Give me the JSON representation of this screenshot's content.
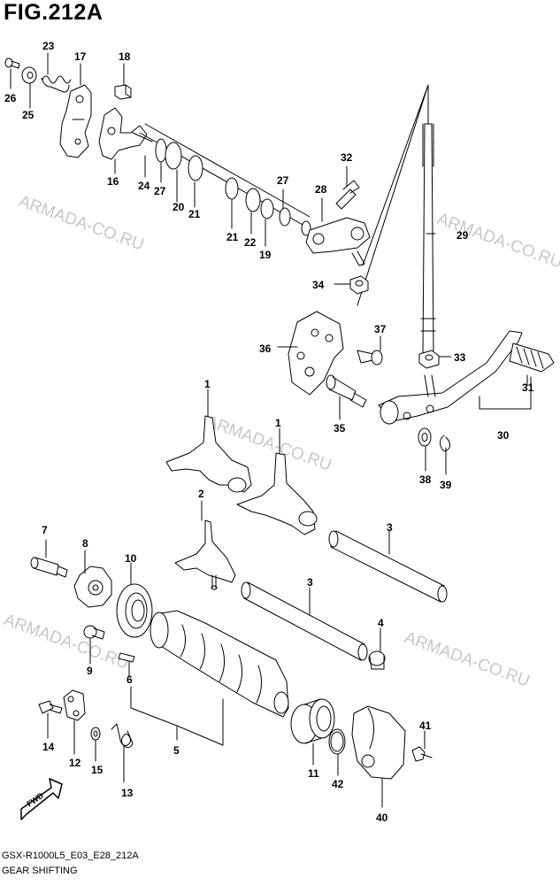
{
  "figure_title": "FIG.212A",
  "footer": {
    "code": "GSX-R1000L5_E03_E28_212A",
    "description": "GEAR SHIFTING"
  },
  "watermark_text": "ARMADA-CO.RU",
  "fwd_label": "FWD",
  "part_labels": [
    "1",
    "1",
    "2",
    "3",
    "3",
    "4",
    "5",
    "6",
    "7",
    "8",
    "9",
    "10",
    "11",
    "12",
    "13",
    "14",
    "15",
    "16",
    "17",
    "18",
    "19",
    "20",
    "21",
    "21",
    "22",
    "23",
    "24",
    "25",
    "26",
    "27",
    "27",
    "28",
    "29",
    "30",
    "31",
    "32",
    "33",
    "34",
    "35",
    "36",
    "37",
    "38",
    "39",
    "40",
    "41",
    "42"
  ],
  "colors": {
    "line": "#000000",
    "watermark": "#c8c8c8",
    "background": "#ffffff"
  }
}
